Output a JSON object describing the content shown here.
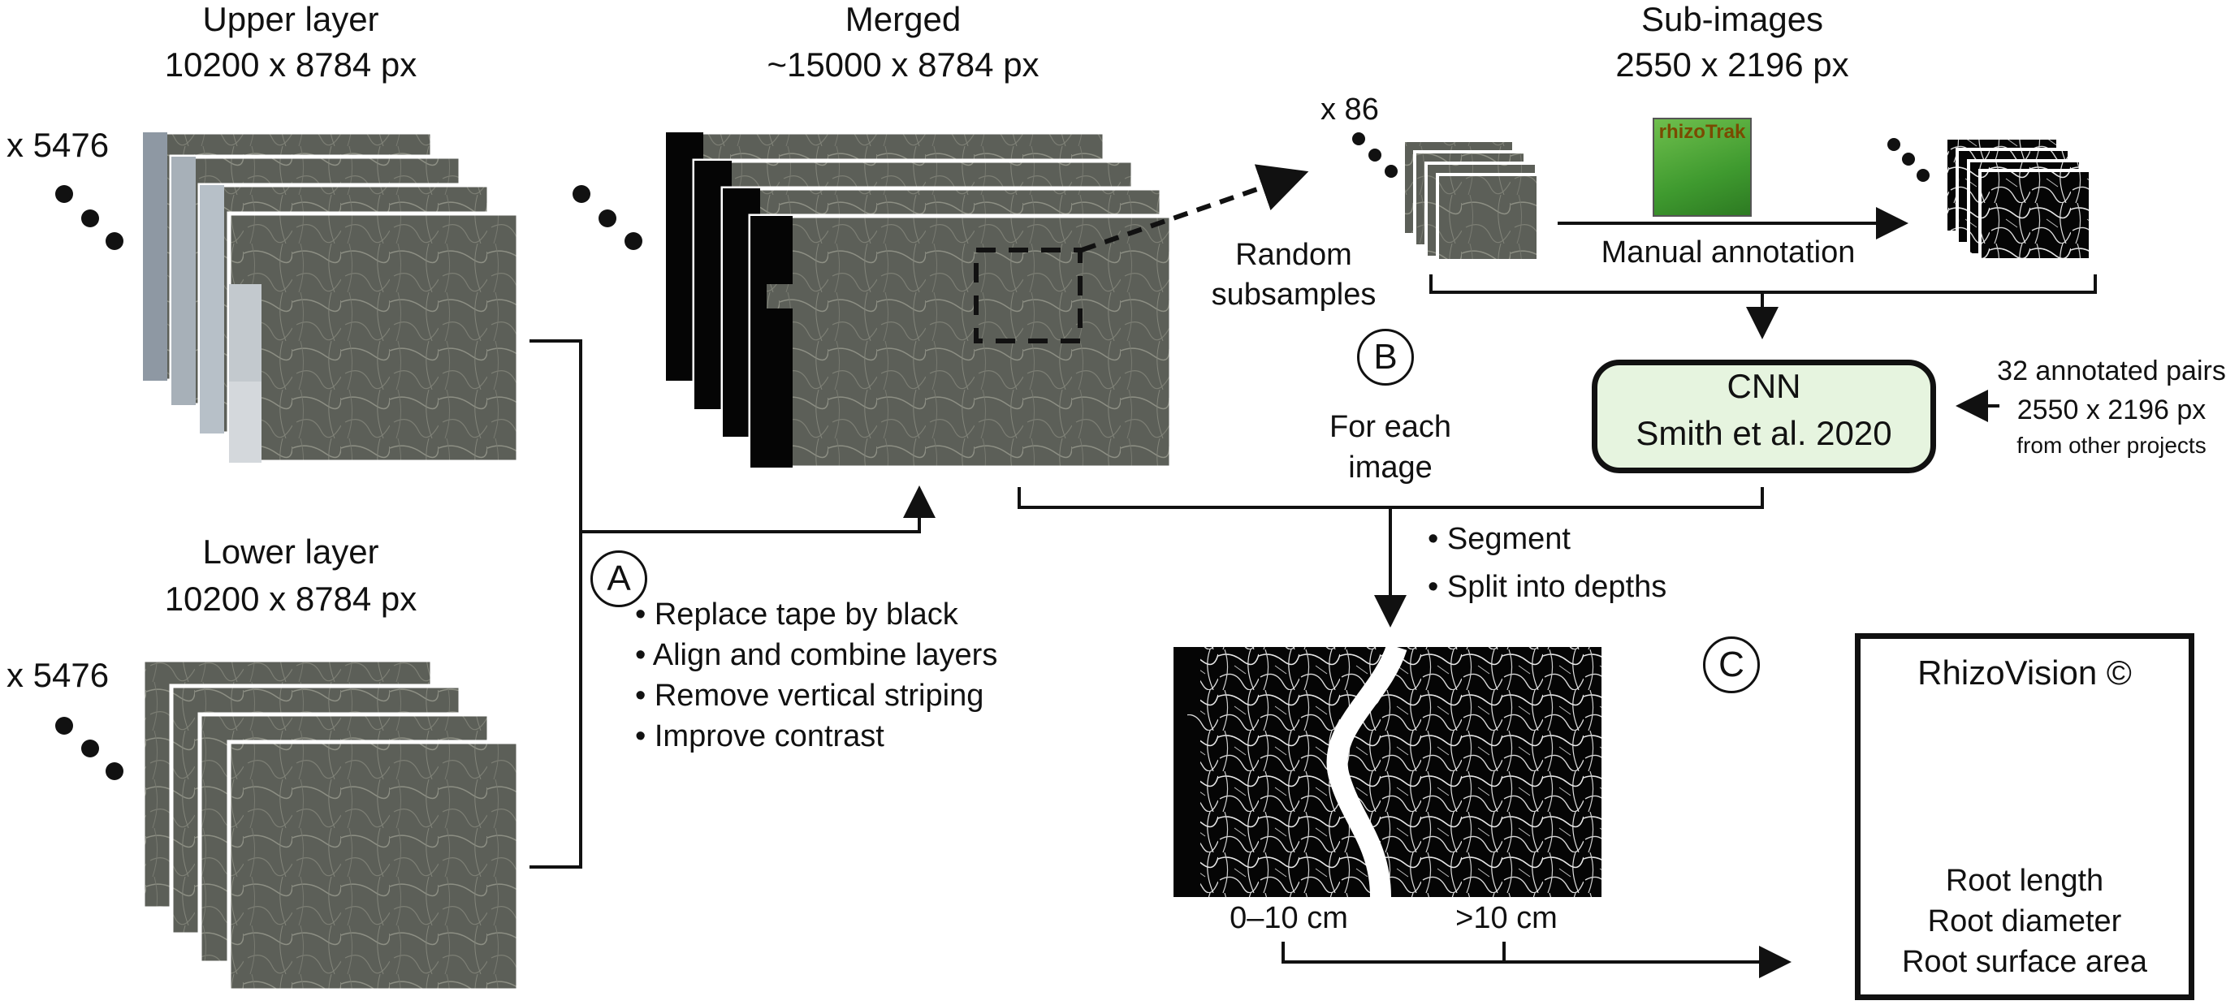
{
  "headers": {
    "upper_title": "Upper layer",
    "upper_size": "10200 x 8784 px",
    "lower_title": "Lower layer",
    "lower_size": "10200 x 8784 px",
    "merged_title": "Merged",
    "merged_size": "~15000 x 8784 px",
    "sub_title": "Sub-images",
    "sub_size": "2550 x 2196 px"
  },
  "counts": {
    "upper": "x 5476",
    "lower": "x 5476",
    "sub": "x 86"
  },
  "steps": {
    "a_letter": "A",
    "a_bullets": [
      "• Replace tape by black",
      "• Align and combine layers",
      "• Remove vertical striping",
      "• Improve contrast"
    ],
    "b_letter": "B",
    "c_letter": "C",
    "random_line1": "Random",
    "random_line2": "subsamples",
    "for_each_line1": "For each",
    "for_each_line2": "image",
    "manual_annotation": "Manual annotation",
    "segment_bullets": [
      "• Segment",
      "• Split into depths"
    ]
  },
  "software": {
    "rhizotrak": "rhizoTrak",
    "cnn_line1": "CNN",
    "cnn_line2": "Smith et al. 2020",
    "annotated_line1": "32 annotated pairs",
    "annotated_line2": "2550 x 2196 px",
    "annotated_line3": "from other projects",
    "rhizovision": "RhizoVision ©"
  },
  "depths": {
    "shallow": "0–10 cm",
    "deep": ">10 cm"
  },
  "outputs": [
    "Root length",
    "Root diameter",
    "Root surface area"
  ],
  "colors": {
    "cnn_fill": "#e6f4df",
    "photo_gray": "#5c5f58",
    "shield_blue": "#1a4f9c",
    "shield_red": "#e1322c"
  }
}
